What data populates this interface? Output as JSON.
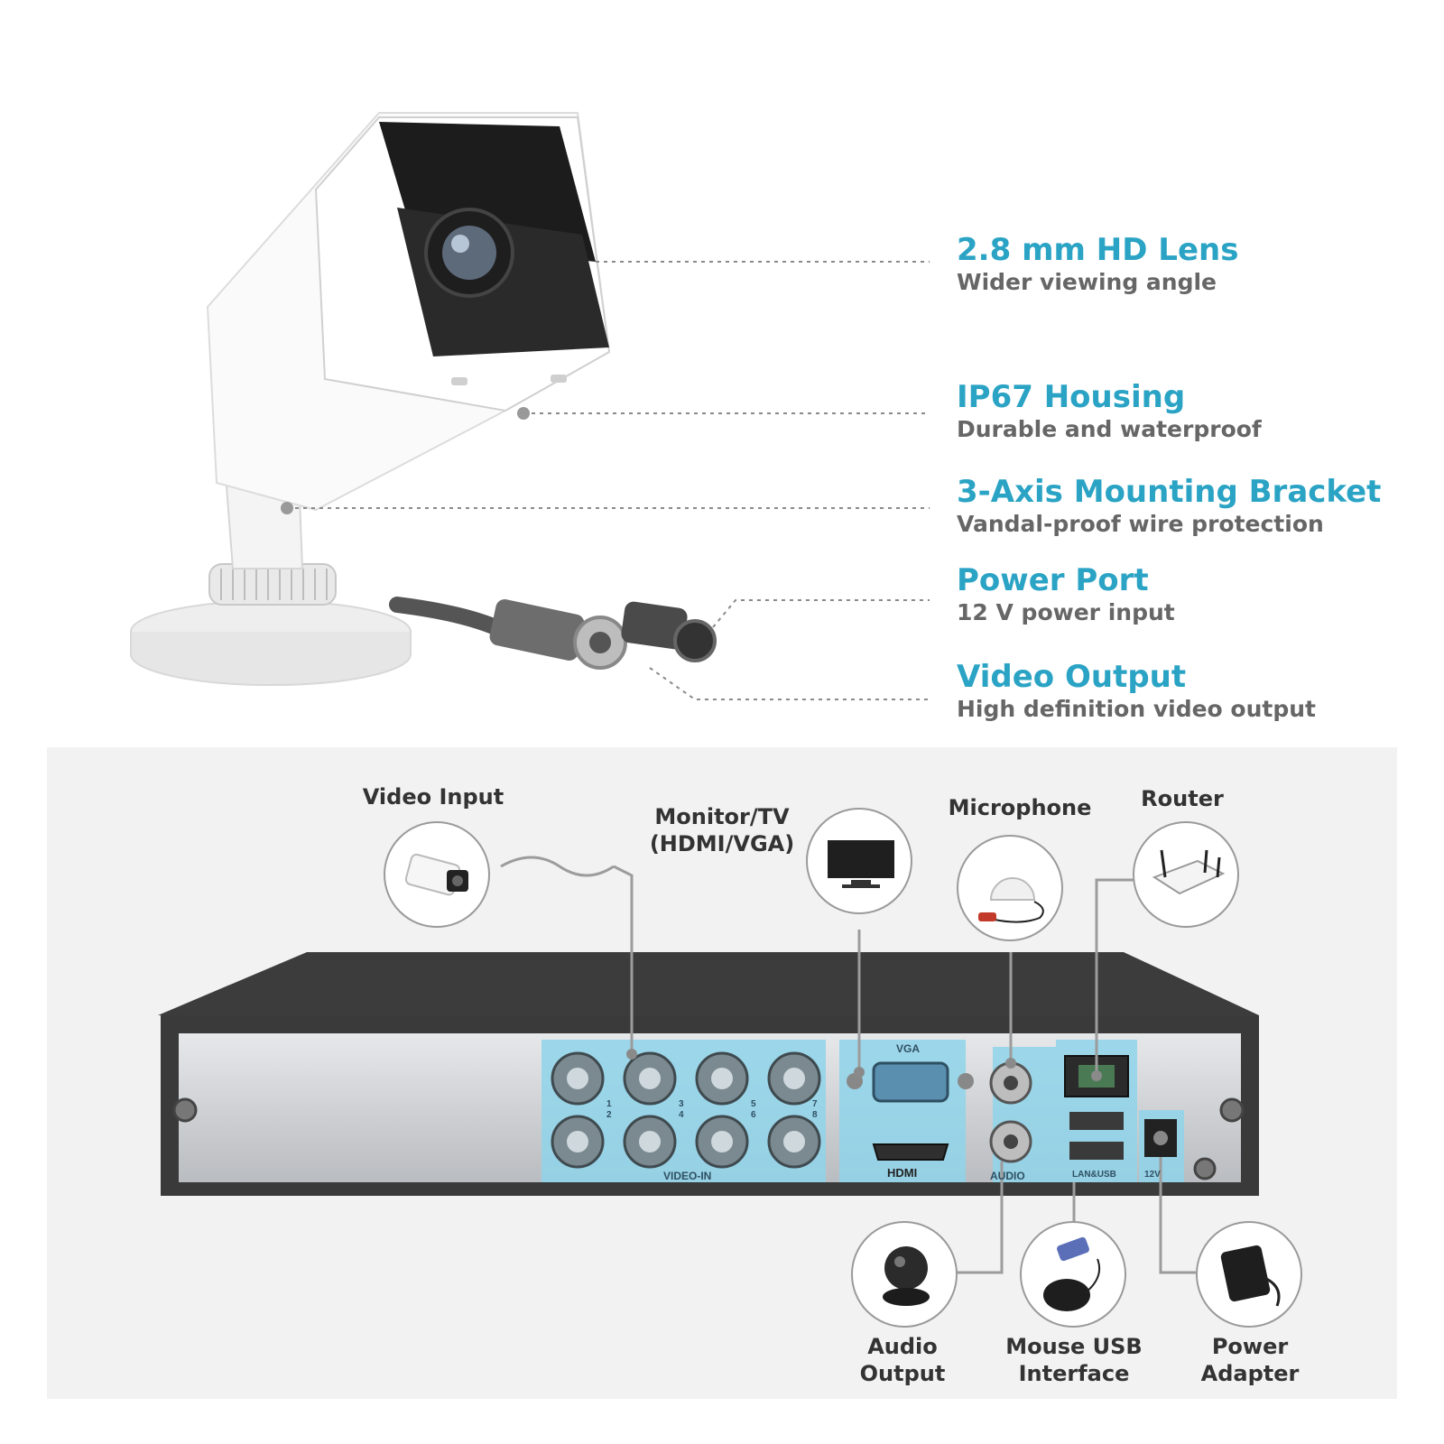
{
  "features": [
    {
      "title": "2.8 mm HD Lens",
      "subtitle": "Wider viewing angle"
    },
    {
      "title": "IP67 Housing",
      "subtitle": "Durable and waterproof"
    },
    {
      "title": "3-Axis Mounting Bracket",
      "subtitle": "Vandal-proof wire protection"
    },
    {
      "title": "Power Port",
      "subtitle": "12 V power input"
    },
    {
      "title": "Video Output",
      "subtitle": "High definition video output"
    }
  ],
  "top_connections": [
    {
      "label": "Video Input",
      "icon": "camera-icon"
    },
    {
      "label": "Monitor/TV\n(HDMI/VGA)",
      "icon": "monitor-icon"
    },
    {
      "label": "Microphone",
      "icon": "microphone-icon"
    },
    {
      "label": "Router",
      "icon": "router-icon"
    }
  ],
  "bottom_connections": [
    {
      "label": "Audio\nOutput",
      "icon": "speaker-icon"
    },
    {
      "label": "Mouse USB\nInterface",
      "icon": "mouse-icon"
    },
    {
      "label": "Power\nAdapter",
      "icon": "power-adapter-icon"
    }
  ],
  "dvr_panel": {
    "video_in_label": "VIDEO-IN",
    "vga_label": "VGA",
    "hdmi_label": "HDMI",
    "audio_label": "AUDIO",
    "lan_usb_label": "LAN&USB",
    "power_label": "12V",
    "channel_numbers": [
      "1",
      "2",
      "3",
      "4",
      "5",
      "6",
      "7",
      "8"
    ]
  },
  "colors": {
    "accent": "#2aa3c4",
    "highlight": "#8fd3ea",
    "dvr_body": "#3a3a3a",
    "panel_bg": "#f2f2f2"
  }
}
